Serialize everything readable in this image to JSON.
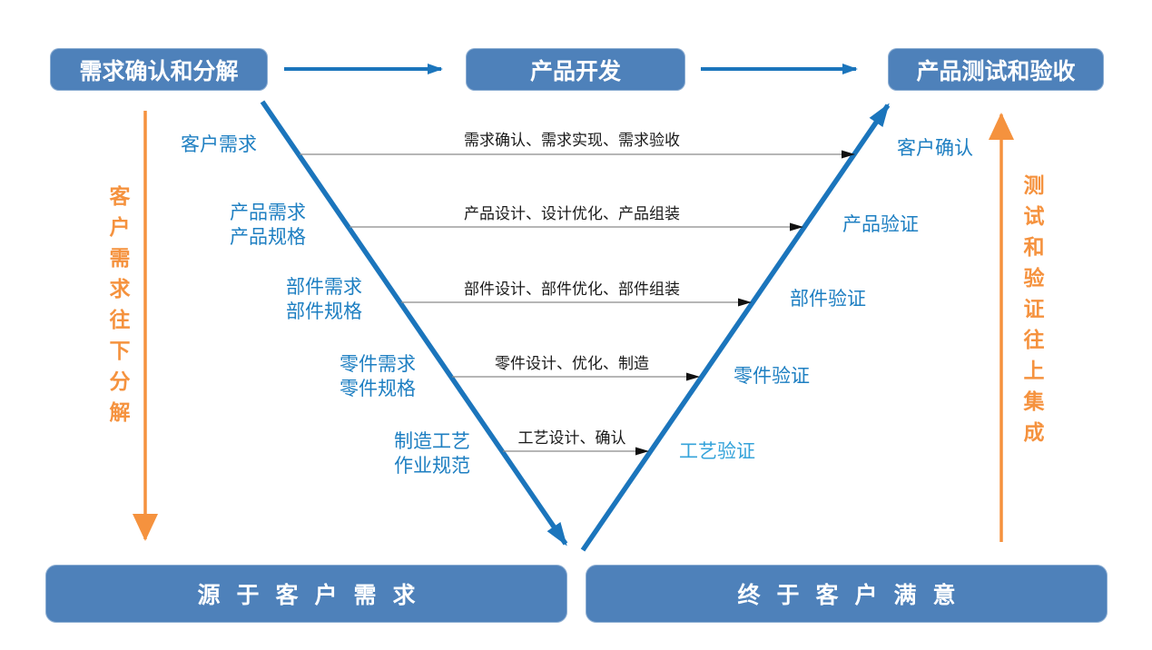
{
  "colors": {
    "box_fill": "#4e81ba",
    "box_text": "#ffffff",
    "v_line": "#1b75bc",
    "orange": "#f5923e",
    "label_blue": "#1e7fc2",
    "label_light_blue": "#35a3da",
    "process_line": "#8a8a8a",
    "process_arrow": "#111111"
  },
  "top_flow": {
    "boxes": [
      {
        "label": "需求确认和分解"
      },
      {
        "label": "产品开发"
      },
      {
        "label": "产品测试和验收"
      }
    ]
  },
  "left_axis": {
    "label": "客户需求往下分解",
    "direction": "down"
  },
  "right_axis": {
    "label": "测试和验证往上集成",
    "direction": "up"
  },
  "v_model": {
    "levels": [
      {
        "decompose_lines": [
          "客户需求"
        ],
        "process_label": "需求确认、需求实现、需求验收",
        "verify_label": "客户确认"
      },
      {
        "decompose_lines": [
          "产品需求",
          "产品规格"
        ],
        "process_label": "产品设计、设计优化、产品组装",
        "verify_label": "产品验证"
      },
      {
        "decompose_lines": [
          "部件需求",
          "部件规格"
        ],
        "process_label": "部件设计、部件优化、部件组装",
        "verify_label": "部件验证"
      },
      {
        "decompose_lines": [
          "零件需求",
          "零件规格"
        ],
        "process_label": "零件设计、优化、制造",
        "verify_label": "零件验证"
      },
      {
        "decompose_lines": [
          "制造工艺",
          "作业规范"
        ],
        "process_label": "工艺设计、确认",
        "verify_label": "工艺验证"
      }
    ]
  },
  "bottom_flow": {
    "boxes": [
      {
        "label": "源于客户需求"
      },
      {
        "label": "终于客户满意"
      }
    ]
  }
}
